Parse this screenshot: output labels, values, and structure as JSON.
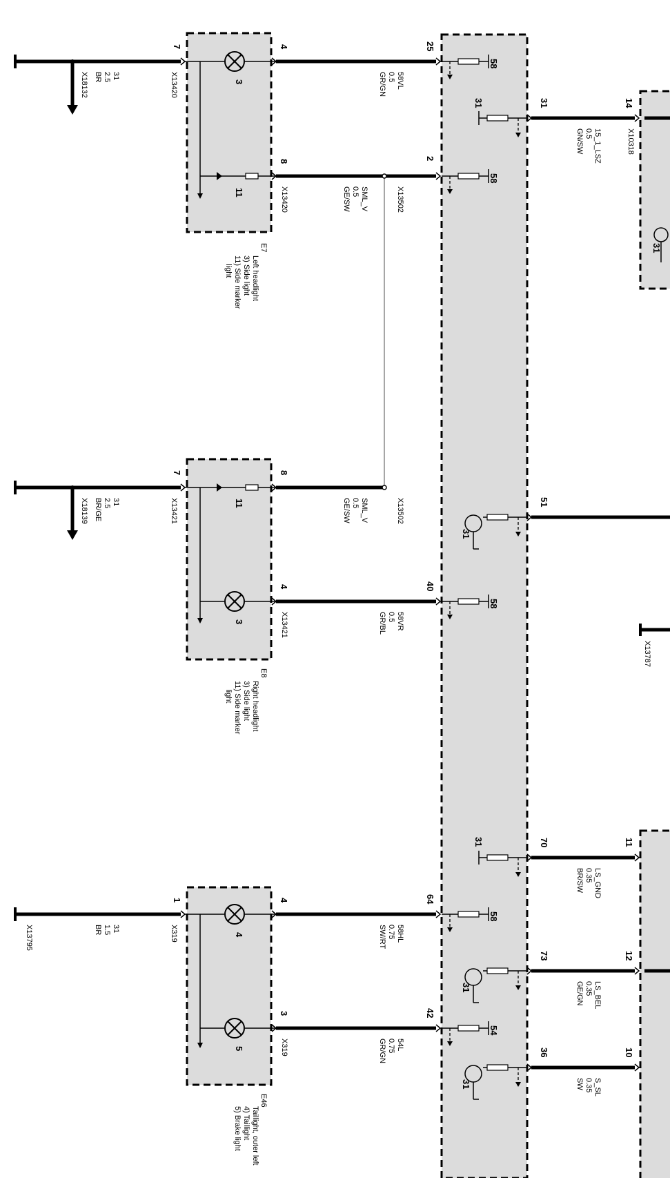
{
  "components": {
    "e7": {
      "id": "E7",
      "desc": "Left headlight\n3) Side light\n11) Side marker\n    light"
    },
    "e8": {
      "id": "E8",
      "desc": "Right headlight\n3) Side light\n11) Side marker\n    light"
    },
    "e46": {
      "id": "E46",
      "desc": "Taillight, outer left\n4) Taillight\n5) Brake light"
    }
  },
  "bulbs": {
    "b3": "3",
    "b11": "11",
    "b4": "4",
    "b5": "5",
    "b31": "31"
  },
  "terminals": {
    "t58": "58",
    "t31": "31",
    "t54": "54"
  },
  "connectors": {
    "x18132": "X18132",
    "x18139": "X18139",
    "x13795": "X13795",
    "x13420": "X13420",
    "x13421": "X13421",
    "x319": "X319",
    "x13502": "X13502",
    "x10318": "X10318",
    "x13787": "X13787"
  },
  "pins": {
    "p7": "7",
    "p4": "4",
    "p8": "8",
    "p1": "1",
    "p3": "3",
    "p25": "25",
    "p2": "2",
    "p40": "40",
    "p64": "64",
    "p42": "42",
    "p31": "31",
    "p51": "51",
    "p70": "70",
    "p73": "73",
    "p36": "36",
    "p14": "14",
    "p11": "11",
    "p12": "12",
    "p10": "10"
  },
  "wires": {
    "w_gnd_left": "31\n2.5\nBR",
    "w_gnd_right": "31\n2.5\nBR/GE",
    "w_gnd_tail": "31\n1.5\nBR",
    "w_58vl": "58VL\n0.5\nGR/GN",
    "w_sml_v1": "SML_V\n0.5\nGE/SW",
    "w_sml_v2": "SML_V\n0.5\nGE/SW",
    "w_58vr": "58VR\n0.5\nGR/BL",
    "w_58hl": "58HL\n0.75\nSW/RT",
    "w_54l": "54L\n0.75\nGR/GN",
    "w_15lsz": "15_1_LSZ\n0.5\nGN/SW",
    "w_ls_gnd": "LS_GND\n0.35\nBR/SW",
    "w_ls_bel": "LS_BEL\n0.35\nGE/GN",
    "w_s_sl": "S_SL\n0.35\nSW"
  }
}
